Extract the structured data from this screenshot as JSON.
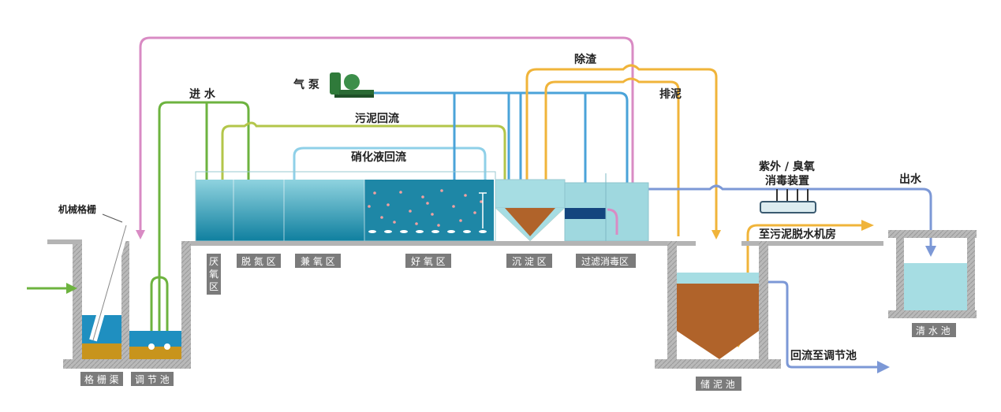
{
  "labels": {
    "inflow": "进 水",
    "air_pump": "气 泵",
    "slag_removal": "除渣",
    "sludge_discharge": "排泥",
    "sludge_return": "污泥回流",
    "nitrate_return": "硝化液回流",
    "uv_ozone_line1": "紫外 / 臭氧",
    "uv_ozone_line2": "消毒装置",
    "effluent": "出水",
    "mech_screen": "机械格栅",
    "to_dewatering": "至污泥脱水机房",
    "return_to_tank": "回流至调节池"
  },
  "zones": {
    "anaerobic": [
      "厌",
      "氧",
      "区"
    ],
    "denitrification": "脱 氮 区",
    "facultative": "兼 氧 区",
    "aerobic": "好 氧 区",
    "sedimentation": "沉 淀 区",
    "filter_disinfection": "过滤消毒区",
    "grit_channel": "格 栅 渠",
    "equalization": "调 节 池",
    "sludge_tank": "储 泥 池",
    "clear_water": "清 水 池"
  },
  "colors": {
    "green_line": "#6db33f",
    "pink_line": "#d98bc4",
    "blue_line": "#4aa3d9",
    "light_blue_line": "#8fd0e8",
    "orange_line": "#f0b43a",
    "effluent_line": "#7c98d6",
    "water": "#1e8fae",
    "water_light": "#a6dde3",
    "sludge": "#b0632a",
    "sediment": "#c8941c",
    "concrete": "#b4b4b4",
    "zone_label_bg": "#7b7b7b"
  }
}
